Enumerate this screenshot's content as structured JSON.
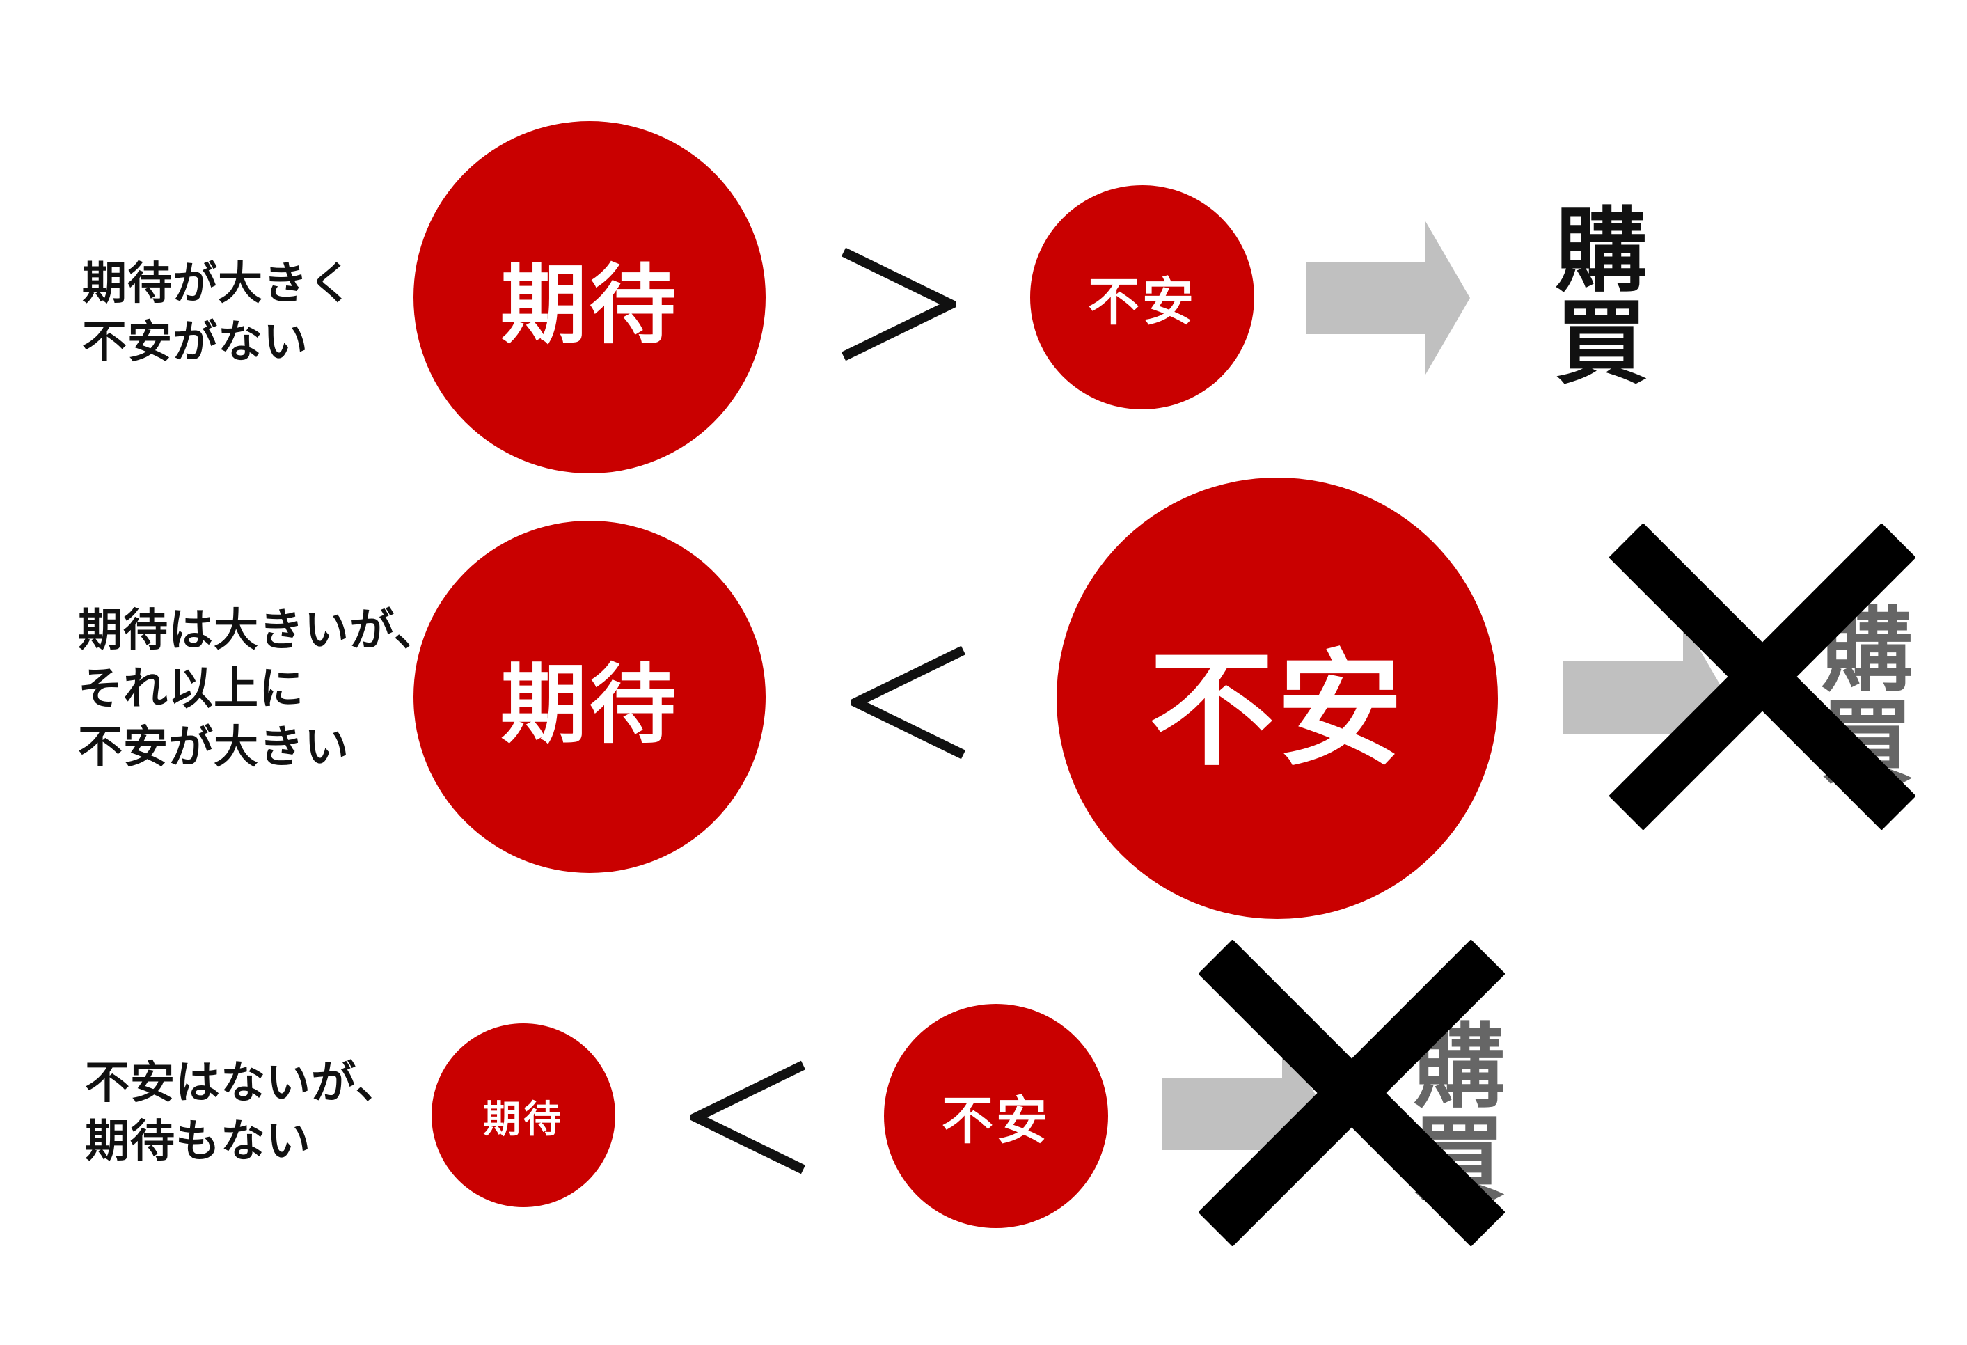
{
  "colors": {
    "circle": "#c90000",
    "arrow": "#c0c0c0",
    "result_active": "#111111",
    "result_blocked": "#666666",
    "cross": "#000000"
  },
  "rows": [
    {
      "label": "期待が大きく\n不安がない",
      "expectation": "期待",
      "comparison": ">",
      "anxiety": "不安",
      "result": "購買",
      "blocked": false
    },
    {
      "label": "期待は大きいが、\nそれ以上に\n不安が大きい",
      "expectation": "期待",
      "comparison": "<",
      "anxiety": "不安",
      "result": "購買",
      "blocked": true
    },
    {
      "label": "不安はないが、\n期待もない",
      "expectation": "期待",
      "comparison": "<",
      "anxiety": "不安",
      "result": "購買",
      "blocked": true
    }
  ]
}
